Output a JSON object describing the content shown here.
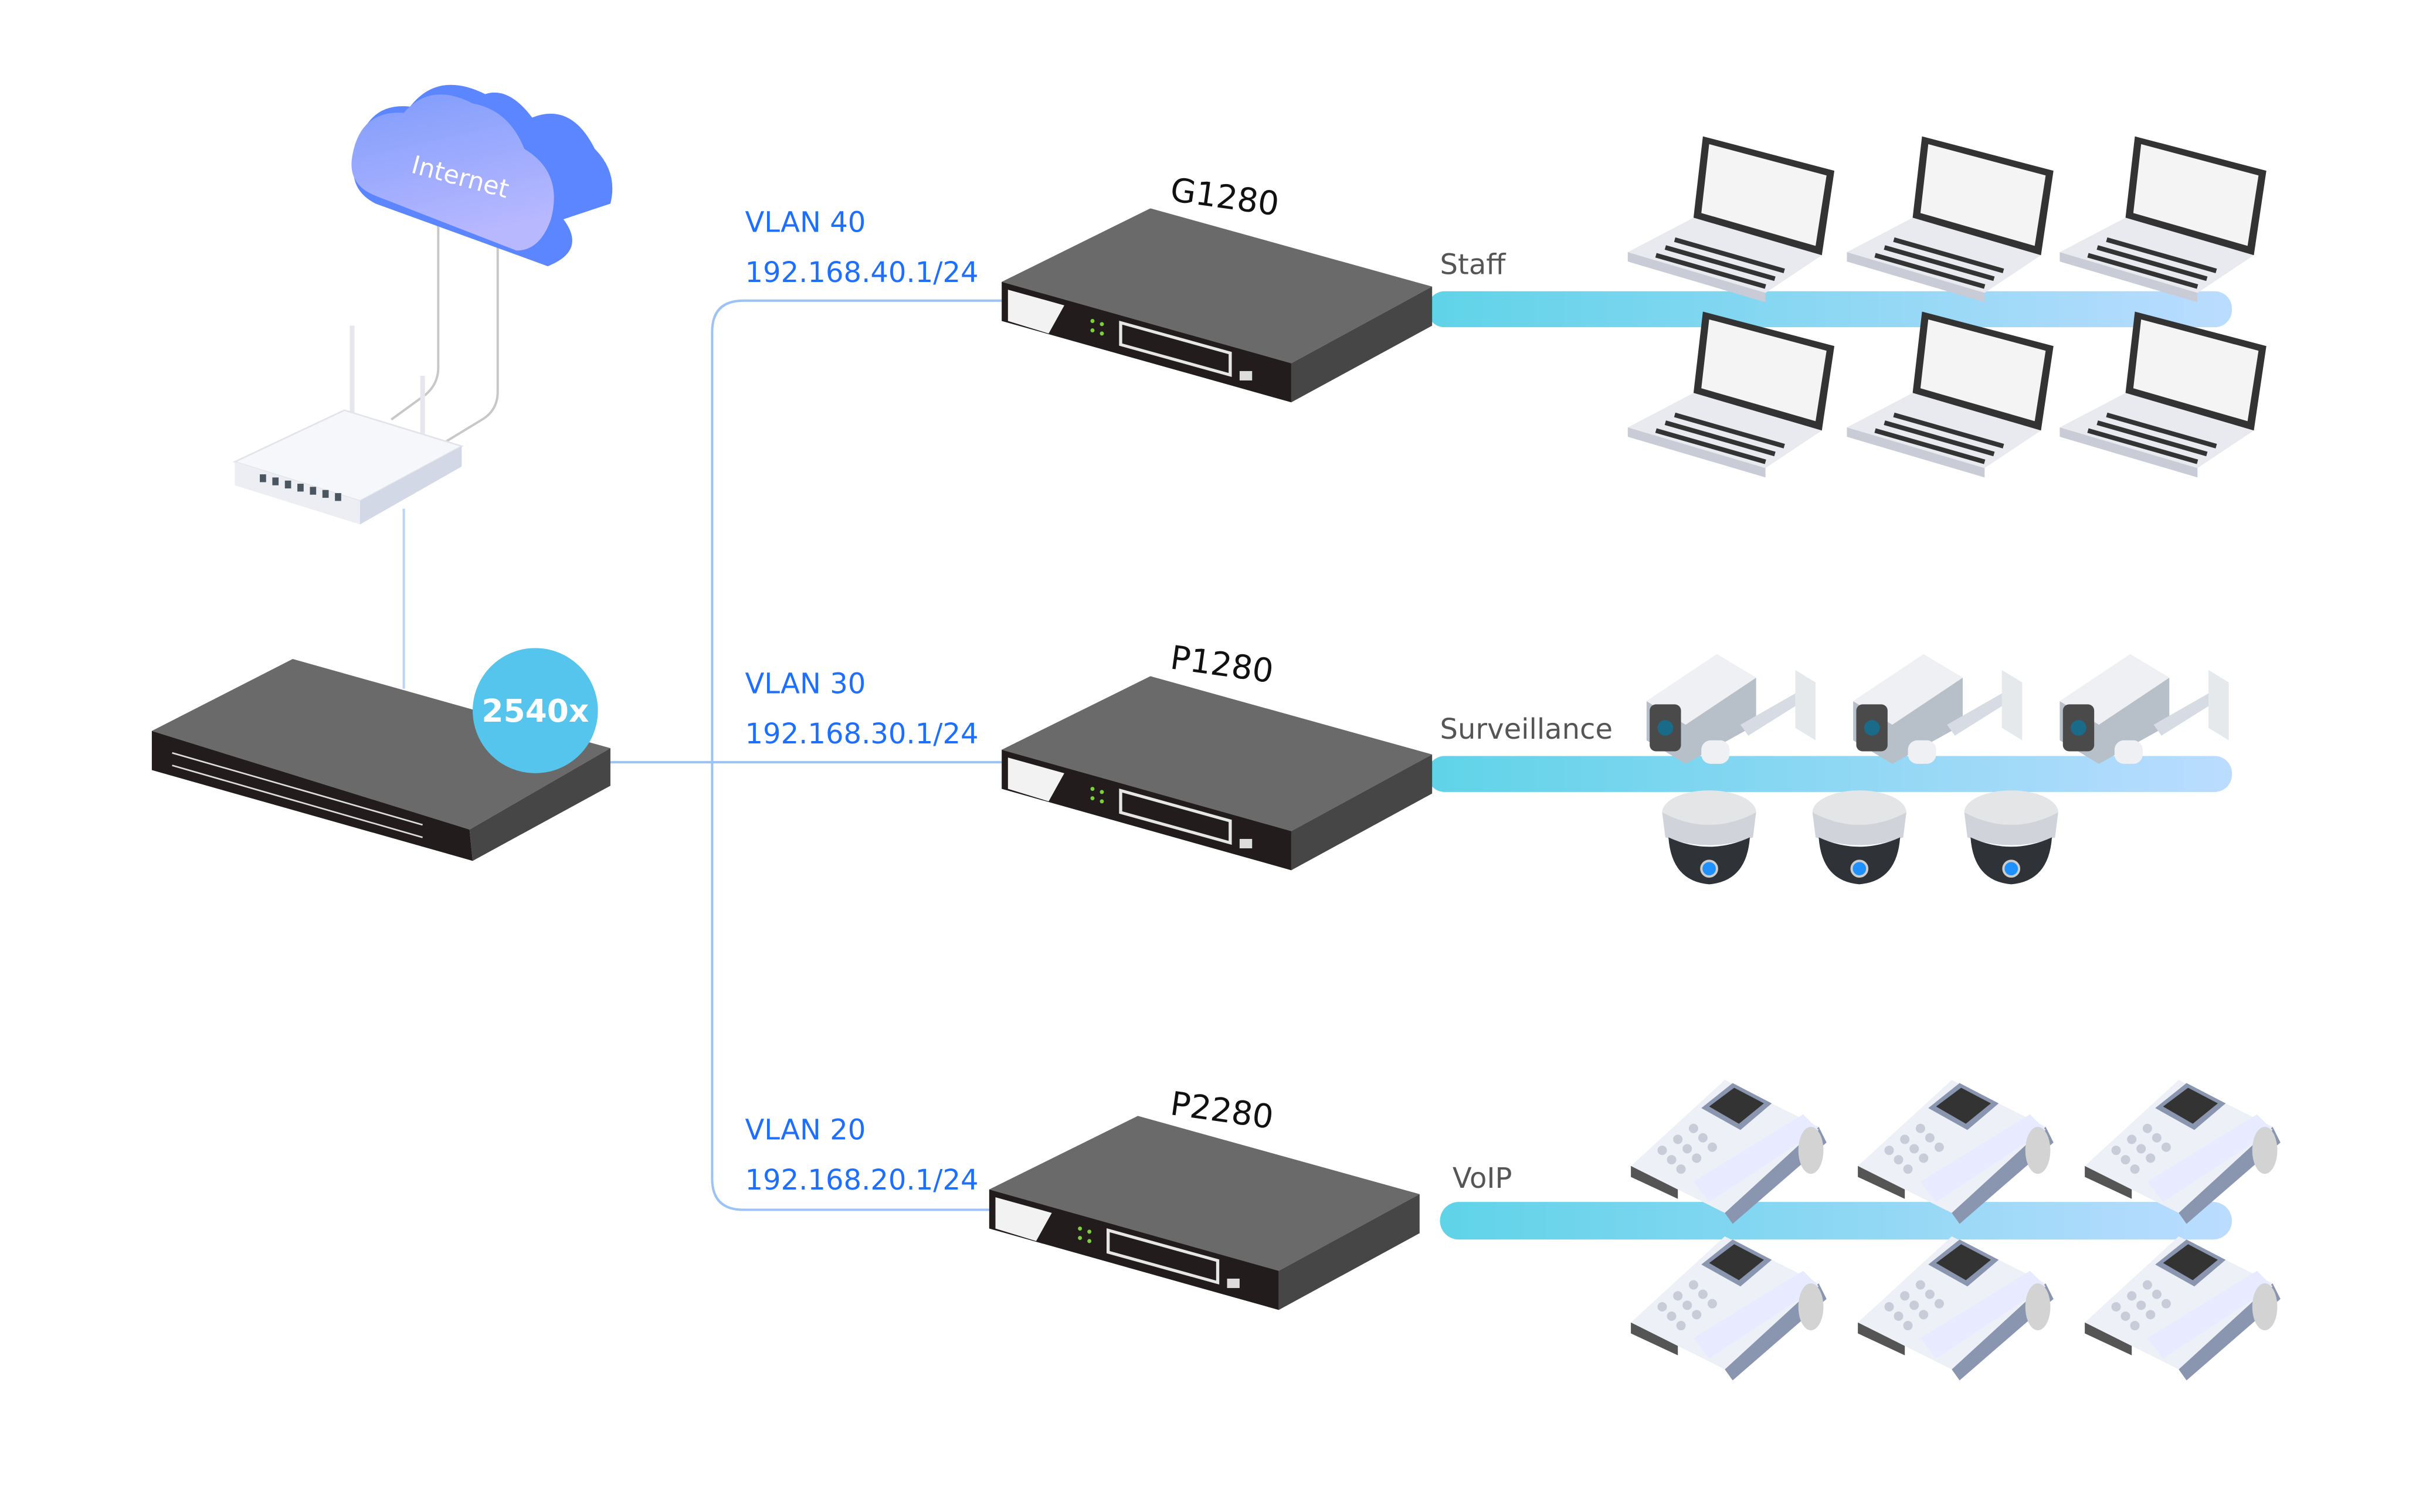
{
  "internet": {
    "label": "Internet",
    "icon": "cloud-icon"
  },
  "router": {
    "icon": "router-icon"
  },
  "core_switch": {
    "model": "2540x",
    "badge_color": "#55C5EE"
  },
  "vlans": [
    {
      "vlan": "VLAN 40",
      "subnet": "192.168.40.1/24",
      "switch": "G1280",
      "group": "Staff",
      "device_icon": "laptop-icon"
    },
    {
      "vlan": "VLAN 30",
      "subnet": "192.168.30.1/24",
      "switch": "P1280",
      "group": "Surveillance",
      "device_icon": "camera-icon"
    },
    {
      "vlan": "VLAN 20",
      "subnet": "192.168.20.1/24",
      "switch": "P2280",
      "group": "VoIP",
      "device_icon": "ip-phone-icon"
    }
  ],
  "colors": {
    "vlan_text": "#1F6FFF",
    "link_line": "#9CC3F5",
    "band_start": "#5FD3E8",
    "band_end": "#BBDCFF",
    "switch_body": "#6A6A6A"
  }
}
